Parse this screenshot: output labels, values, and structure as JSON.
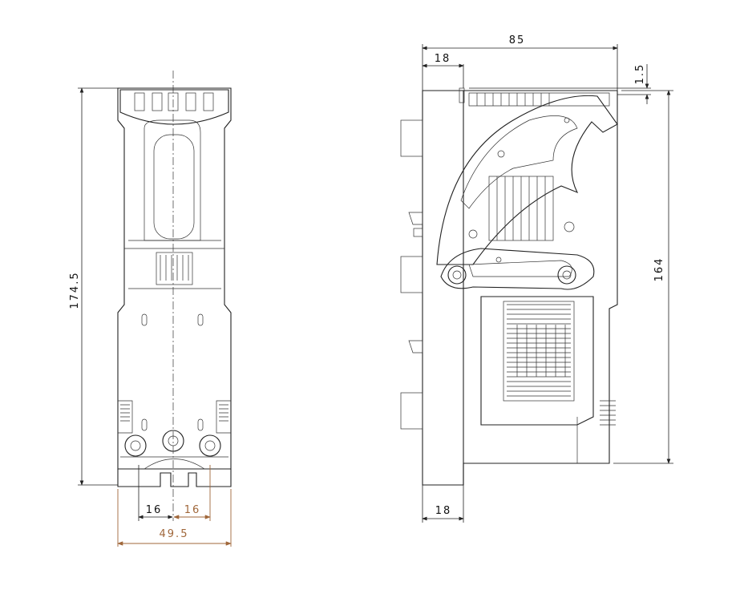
{
  "front_view": {
    "height_dim": "174.5",
    "pitch_left_dim": "16",
    "pitch_right_dim": "16",
    "width_dim": "49.5"
  },
  "side_view": {
    "depth_dim": "85",
    "top_offset_dim": "18",
    "top_gap_dim": "1.5",
    "height_dim": "164",
    "bottom_offset_dim": "18"
  },
  "colors": {
    "line": "#222222",
    "highlight_dim": "#a0673a"
  }
}
